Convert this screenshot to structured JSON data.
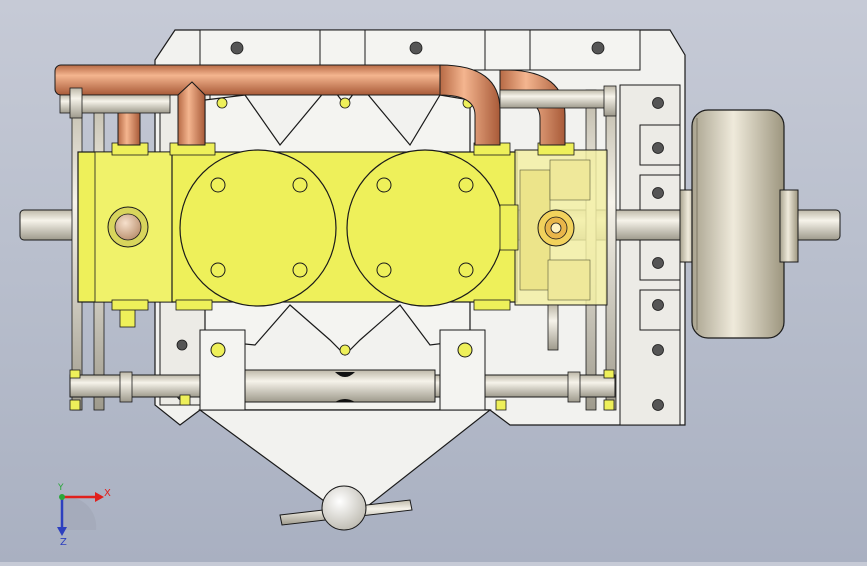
{
  "triad": {
    "x_label": "X",
    "y_label": "Y",
    "z_label": "Z",
    "x_color": "#e0201c",
    "y_color": "#2aa63a",
    "z_color": "#2c3fbf"
  },
  "colors": {
    "background_top": "#c6cad6",
    "background_bottom": "#a9b0c1",
    "frame": "#f1f1ee",
    "yellow_part": "#eef05a",
    "yellow_dark": "#c8c43a",
    "copper_pipe": "#d88c63",
    "shaft": "#e9e4d4",
    "flywheel": "#d9d3bf",
    "outline": "#1a1a1a"
  },
  "icons": {
    "triad": "axis-triad-icon"
  }
}
